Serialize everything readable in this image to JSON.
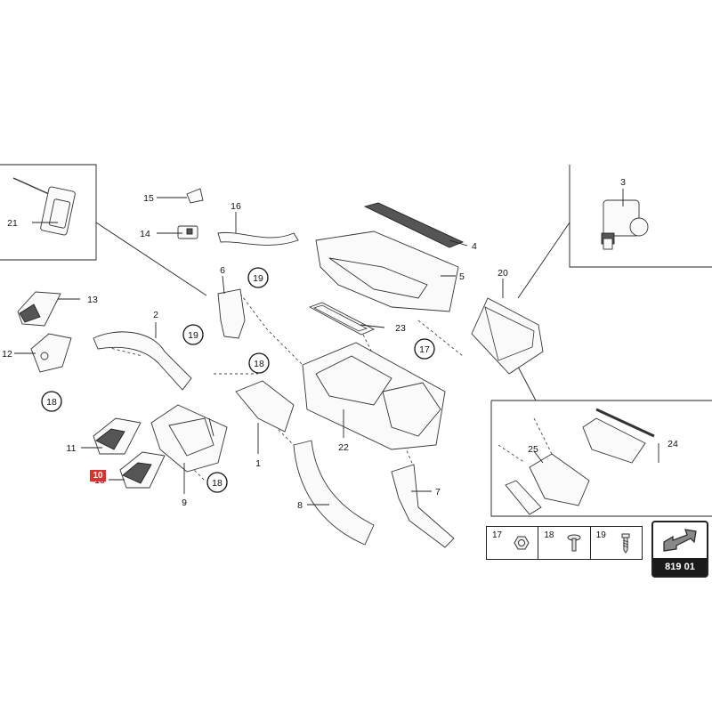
{
  "callouts": {
    "c1": "1",
    "c2": "2",
    "c3": "3",
    "c4": "4",
    "c5": "5",
    "c6": "6",
    "c7": "7",
    "c8": "8",
    "c9": "9",
    "c10": "10",
    "c11": "11",
    "c12": "12",
    "c13": "13",
    "c14": "14",
    "c15": "15",
    "c16": "16",
    "c20": "20",
    "c21": "21",
    "c22": "22",
    "c23": "23",
    "c24": "24",
    "c25": "25",
    "c17": "17",
    "c18": "18",
    "c19": "19"
  },
  "highlight": {
    "label": "10",
    "color": "#e0302b"
  },
  "legend": {
    "items": [
      {
        "number": "17",
        "icon": "nut-icon"
      },
      {
        "number": "18",
        "icon": "clip-icon"
      },
      {
        "number": "19",
        "icon": "screw-icon"
      }
    ]
  },
  "page_id": {
    "label": "819 01"
  }
}
